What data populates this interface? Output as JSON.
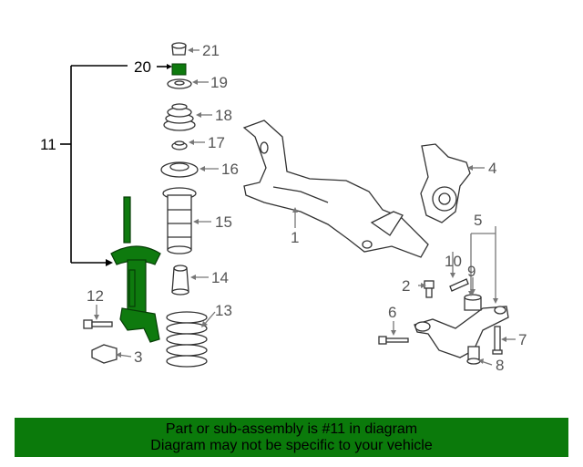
{
  "diagram": {
    "callouts": [
      {
        "id": "1",
        "label": "1"
      },
      {
        "id": "2",
        "label": "2"
      },
      {
        "id": "3",
        "label": "3"
      },
      {
        "id": "4",
        "label": "4"
      },
      {
        "id": "5",
        "label": "5"
      },
      {
        "id": "6",
        "label": "6"
      },
      {
        "id": "7",
        "label": "7"
      },
      {
        "id": "8",
        "label": "8"
      },
      {
        "id": "9",
        "label": "9"
      },
      {
        "id": "10",
        "label": "10"
      },
      {
        "id": "11",
        "label": "11"
      },
      {
        "id": "12",
        "label": "12"
      },
      {
        "id": "13",
        "label": "13"
      },
      {
        "id": "14",
        "label": "14"
      },
      {
        "id": "15",
        "label": "15"
      },
      {
        "id": "16",
        "label": "16"
      },
      {
        "id": "17",
        "label": "17"
      },
      {
        "id": "18",
        "label": "18"
      },
      {
        "id": "19",
        "label": "19"
      },
      {
        "id": "20",
        "label": "20"
      },
      {
        "id": "21",
        "label": "21"
      }
    ],
    "highlight_color": "#0e7a0e"
  },
  "banner": {
    "line1": "Part or sub-assembly is #11 in diagram",
    "line2": "Diagram may not be specific to your vehicle",
    "background": "#0b7a0b"
  }
}
